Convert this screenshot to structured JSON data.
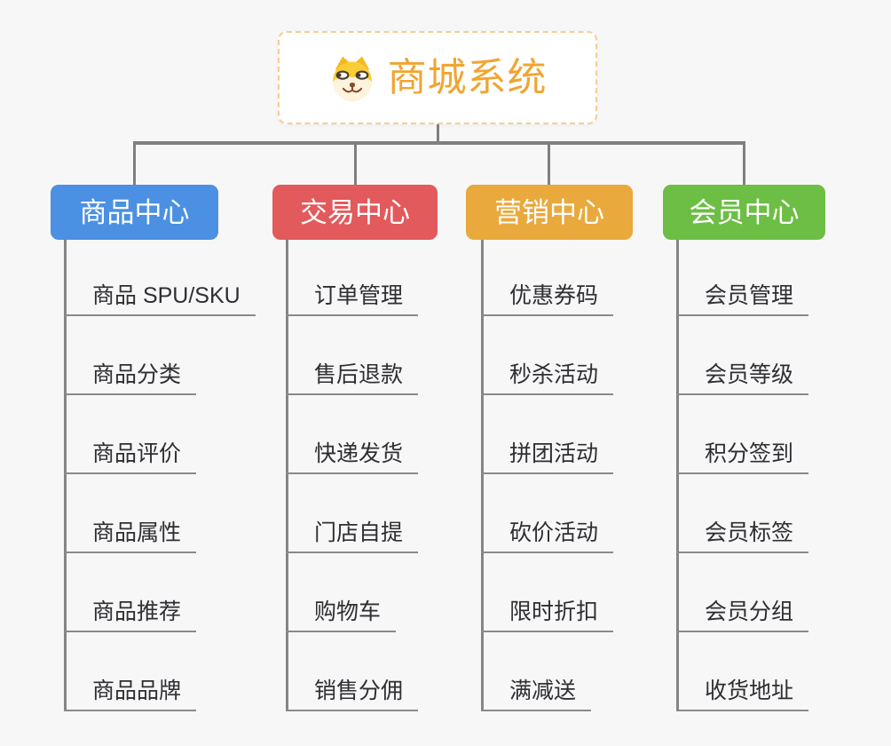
{
  "root": {
    "title": "商城系统",
    "icon": "shiba-dog-icon",
    "title_color": "#f0a532",
    "border_color": "#f6cd92"
  },
  "connector_color": "#7f7f7f",
  "branches": [
    {
      "label": "商品中心",
      "color": "#4b90e2",
      "items": [
        "商品 SPU/SKU",
        "商品分类",
        "商品评价",
        "商品属性",
        "商品推荐",
        "商品品牌"
      ]
    },
    {
      "label": "交易中心",
      "color": "#e25a5c",
      "items": [
        "订单管理",
        "售后退款",
        "快递发货",
        "门店自提",
        "购物车",
        "销售分佣"
      ]
    },
    {
      "label": "营销中心",
      "color": "#e9a93c",
      "items": [
        "优惠券码",
        "秒杀活动",
        "拼团活动",
        "砍价活动",
        "限时折扣",
        "满减送"
      ]
    },
    {
      "label": "会员中心",
      "color": "#6cbe44",
      "items": [
        "会员管理",
        "会员等级",
        "积分签到",
        "会员标签",
        "会员分组",
        "收货地址"
      ]
    }
  ]
}
